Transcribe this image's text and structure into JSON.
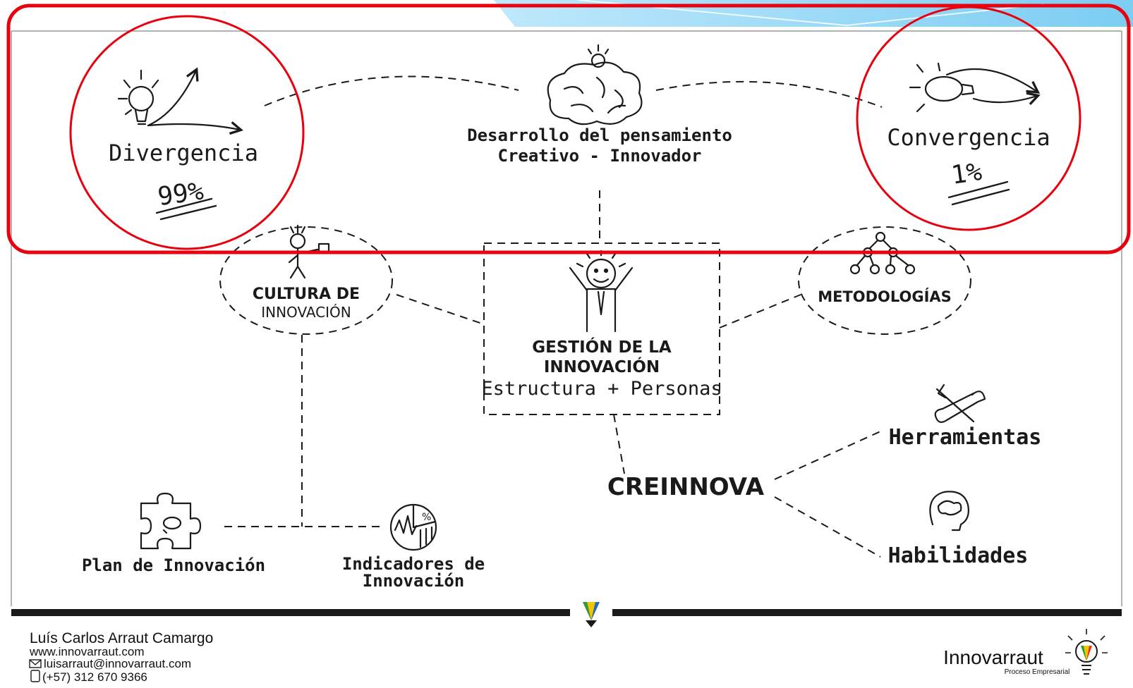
{
  "divergencia": {
    "title": "Divergencia",
    "percent": "99%"
  },
  "convergencia": {
    "title": "Convergencia",
    "percent": "1%"
  },
  "pensamiento": {
    "line1": "Desarrollo del pensamiento",
    "line2": "Creativo - Innovador"
  },
  "cultura": {
    "line1": "CULTURA DE",
    "line2": "INNOVACIÓN"
  },
  "gestion": {
    "line1": "GESTIÓN DE LA",
    "line2": "INNOVACIÓN",
    "line3": "Estructura + Personas"
  },
  "metodologias": {
    "label": "METODOLOGÍAS"
  },
  "creinnova": {
    "label": "CREINNOVA"
  },
  "herramientas": {
    "label": "Herramientas"
  },
  "habilidades": {
    "label": "Habilidades"
  },
  "plan": {
    "label": "Plan de Innovación"
  },
  "indicadores": {
    "line1": "Indicadores de",
    "line2": "Innovación"
  },
  "footer": {
    "name": "Luís Carlos Arraut Camargo",
    "website": "www.innovarraut.com",
    "email": "luisarraut@innovarraut.com",
    "phone": "(+57) 312 670 9366",
    "brand": "Innovarraut",
    "brand_tagline": "Proceso Empresarial"
  },
  "colors": {
    "highlight": "#e8000e",
    "banner": "#8fd3f4",
    "ink": "#1a1a1a"
  }
}
